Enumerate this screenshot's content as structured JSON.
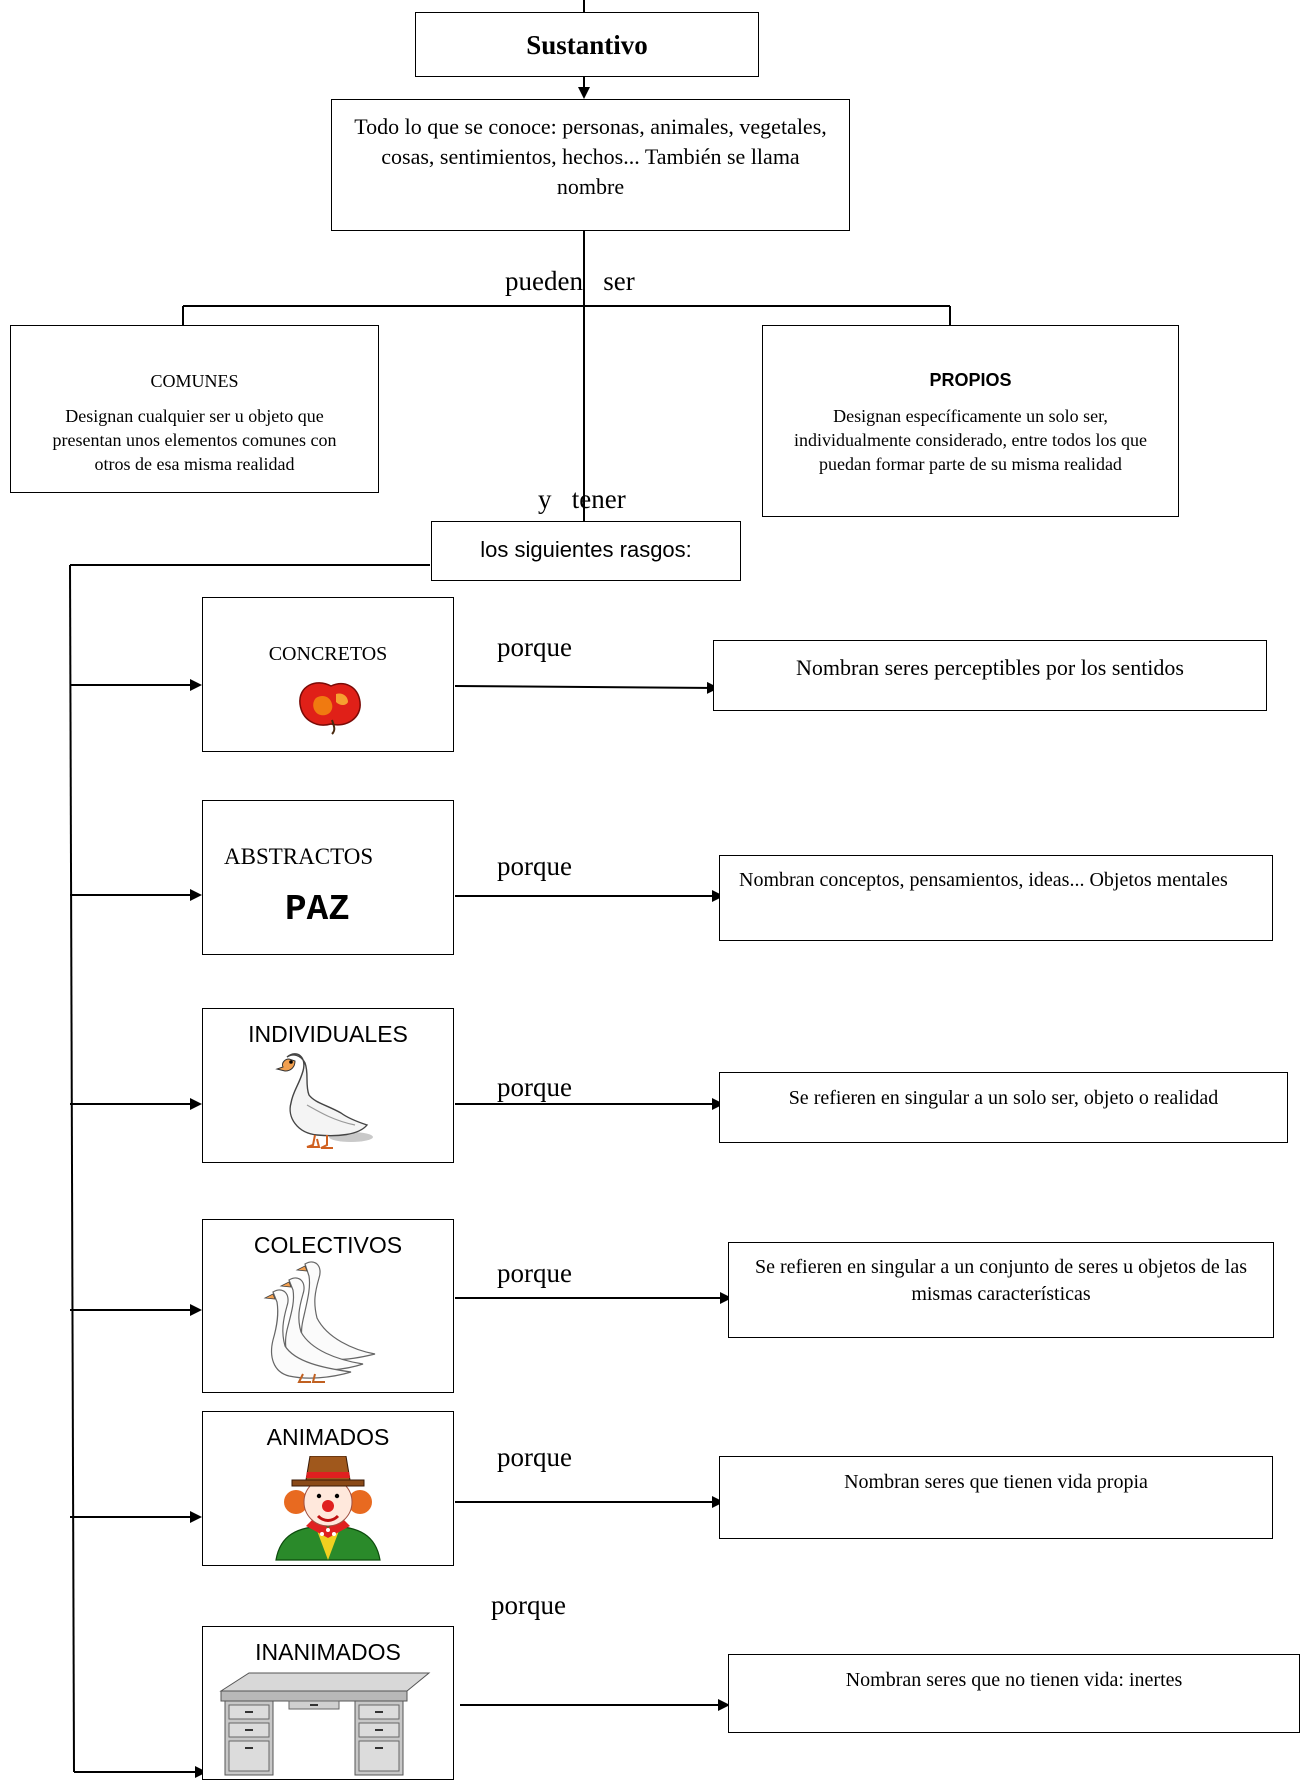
{
  "title": "Sustantivo",
  "definition": "Todo lo que se conoce: personas, animales, vegetales, cosas, sentimientos, hechos... También se llama nombre",
  "connector_pueden": "pueden   ser",
  "connector_tener": "y   tener",
  "comunes": {
    "title": "COMUNES",
    "description": "Designan cualquier ser u objeto que presentan unos elementos comunes con otros de esa misma realidad"
  },
  "propios": {
    "title": "PROPIOS",
    "description": "Designan específicamente un solo ser, individualmente considerado, entre todos los que puedan  formar parte de su misma realidad"
  },
  "rasgos_label": "los siguientes rasgos:",
  "categories": [
    {
      "title": "CONCRETOS",
      "connector": "porque",
      "description": "Nombran seres perceptibles por los sentidos",
      "image": "apple-icon"
    },
    {
      "title": "ABSTRACTOS",
      "word": "PAZ",
      "connector": "porque",
      "description": "Nombran conceptos, pensamientos, ideas... Objetos mentales"
    },
    {
      "title": "INDIVIDUALES",
      "connector": "porque",
      "description": "Se refieren en singular a un solo ser, objeto o realidad",
      "image": "goose-icon"
    },
    {
      "title": "COLECTIVOS",
      "connector": "porque",
      "description": "Se refieren en singular a un conjunto de seres u objetos de las mismas características",
      "image": "geese-group-icon"
    },
    {
      "title": "ANIMADOS",
      "connector": "porque",
      "description": "Nombran seres que tienen vida propia",
      "image": "clown-icon"
    },
    {
      "title": "INANIMADOS",
      "connector": "porque",
      "description": "Nombran seres que no tienen vida: inertes",
      "image": "desk-icon"
    }
  ]
}
